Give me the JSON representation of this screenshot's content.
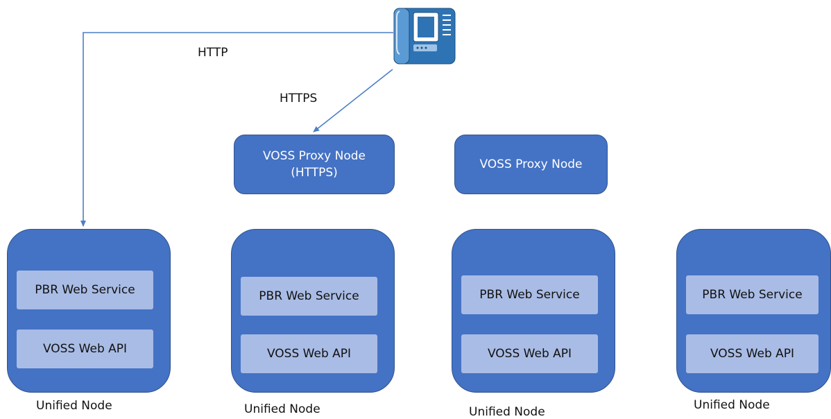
{
  "connections": {
    "http_label": "HTTP",
    "https_label": "HTTPS"
  },
  "phone": {
    "icon": "ip-phone-icon"
  },
  "proxy_nodes": [
    {
      "line1": "VOSS Proxy Node",
      "line2": "(HTTPS)"
    },
    {
      "line1": "VOSS Proxy Node",
      "line2": ""
    }
  ],
  "unified_nodes": [
    {
      "service": "PBR Web Service",
      "api": "VOSS Web API",
      "caption": "Unified Node"
    },
    {
      "service": "PBR Web Service",
      "api": "VOSS Web API",
      "caption": "Unified Node"
    },
    {
      "service": "PBR Web Service",
      "api": "VOSS Web API",
      "caption": "Unified Node"
    },
    {
      "service": "PBR Web Service",
      "api": "VOSS Web API",
      "caption": "Unified Node"
    }
  ],
  "colors": {
    "node_fill": "#4472c4",
    "service_fill": "#a9bce5",
    "connector": "#4a7fc8"
  }
}
